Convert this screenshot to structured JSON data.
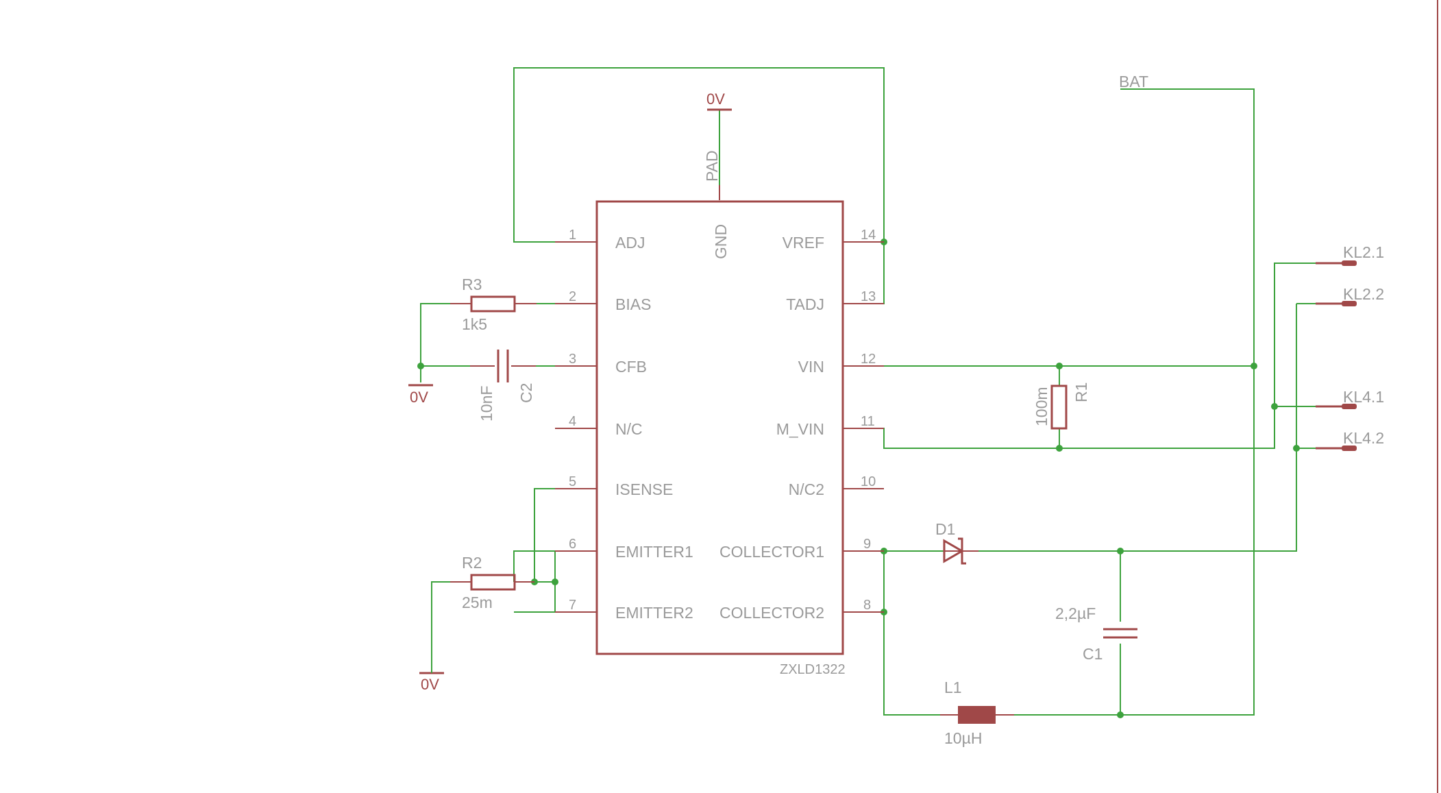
{
  "ic": {
    "part": "ZXLD1322",
    "gnd_label": "GND",
    "pad_label": "PAD",
    "left_pins": [
      {
        "num": "1",
        "name": "ADJ"
      },
      {
        "num": "2",
        "name": "BIAS"
      },
      {
        "num": "3",
        "name": "CFB"
      },
      {
        "num": "4",
        "name": "N/C"
      },
      {
        "num": "5",
        "name": "ISENSE"
      },
      {
        "num": "6",
        "name": "EMITTER1"
      },
      {
        "num": "7",
        "name": "EMITTER2"
      }
    ],
    "right_pins": [
      {
        "num": "14",
        "name": "VREF"
      },
      {
        "num": "13",
        "name": "TADJ"
      },
      {
        "num": "12",
        "name": "VIN"
      },
      {
        "num": "11",
        "name": "M_VIN"
      },
      {
        "num": "10",
        "name": "N/C2"
      },
      {
        "num": "9",
        "name": "COLLECTOR1"
      },
      {
        "num": "8",
        "name": "COLLECTOR2"
      }
    ]
  },
  "components": {
    "r3": {
      "ref": "R3",
      "value": "1k5"
    },
    "c2": {
      "ref": "C2",
      "value": "10nF"
    },
    "r2": {
      "ref": "R2",
      "value": "25m"
    },
    "r1": {
      "ref": "R1",
      "value": "100m"
    },
    "d1": {
      "ref": "D1"
    },
    "c1": {
      "ref": "C1",
      "value": "2,2µF"
    },
    "l1": {
      "ref": "L1",
      "value": "10µH"
    }
  },
  "grounds": [
    "0V",
    "0V",
    "0V"
  ],
  "net_bat": "BAT",
  "connectors": [
    "KL2.1",
    "KL2.2",
    "KL4.1",
    "KL4.2"
  ],
  "colors": {
    "wire": "#3da23d",
    "symbol": "#a04848",
    "text": "#9a9a9a"
  }
}
